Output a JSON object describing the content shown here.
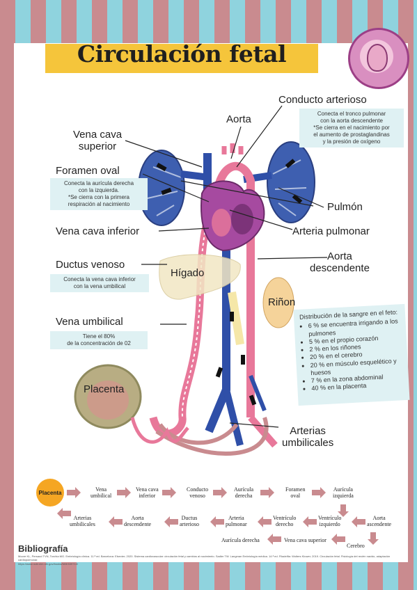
{
  "title": "Circulación fetal",
  "labels": {
    "conducto_arterioso": "Conducto arterioso",
    "aorta": "Aorta",
    "vena_cava_superior": "Vena cava\nsuperior",
    "foramen_oval": "Foramen  oval",
    "pulmon": "Pulmón",
    "vena_cava_inferior": "Vena cava inferior",
    "arteria_pulmonar": "Arteria pulmonar",
    "ductus_venoso": "Ductus venoso",
    "aorta_descendente": "Aorta\ndescendente",
    "higado": "Hígado",
    "rinon": "Riñon",
    "vena_umbilical": "Vena  umbilical",
    "placenta": "Placenta",
    "arterias_umbilicales": "Arterias\numbilicales"
  },
  "notes": {
    "conducto_arterioso": "Conecta el tronco  pulmonar\ncon la aorta descendente\n*Se cierra en el nacimiento por\nel aumento de prostaglandinas\ny  la presión de oxígeno",
    "foramen_oval": "Conecta la aurícula derecha\ncon la izquierda.\n*Se cierra con la primera\nrespiración al nacimiento",
    "ductus_venoso": "Conecta la vena cava inferior\ncon la vena umbilical",
    "vena_umbilical": "Tiene el 80%\nde la concentración de 02"
  },
  "distribution": {
    "heading": "Distribución de la sangre en el feto:",
    "items": [
      "6 % se encuentra irrigando a los pulmones",
      "5 % en el propio corazón",
      "2 % en los riñones",
      "20 % en el cerebro",
      "20 % en músculo esquelético y huesos",
      "7 % en la zona abdominal",
      "40 % en la placenta"
    ]
  },
  "flow": {
    "start": "Placenta",
    "row1": [
      "Vena\numbilical",
      "Vena cava\ninferior",
      "Conducto\nvenoso",
      "Aurícula\nderecha",
      "Foramen\noval",
      "Aurícula\nizquierda"
    ],
    "row2": [
      "Arterias\numbilicales",
      "Aorta\ndescendente",
      "Ductus\narterioso",
      "Arteria\npulmonar",
      "Ventrículo\nderecho",
      "Ventrículo\nizquierdo",
      "Aorta\nascendente"
    ],
    "row3": [
      "Aurícula  derecha",
      "Vena cava  superior",
      "Cerebro"
    ]
  },
  "bibliography": {
    "title": "Bibliografía",
    "text": "Moore KL, Persaud TVN, Torchia MG. Embriología clínica. 11.ª ed. Barcelona: Elsevier; 2020. Sistema cardiovascular: circulación fetal y cambios al nacimiento. Sadler TW. Langman Embriología médica. 14.ª ed. Filadelfia: Wolters Kluwer; 2019. Circulación fetal. Fisiología del recién nacido, adaptación cardiopulmonar.",
    "link": "https://www.ncbi.nlm.nih.gov/books/NBK539710/"
  },
  "colors": {
    "title_bar": "#f5c53b",
    "note_bg": "#dff1f3",
    "start_node": "#f5a623",
    "arrow_pink": "#c98b8f"
  }
}
